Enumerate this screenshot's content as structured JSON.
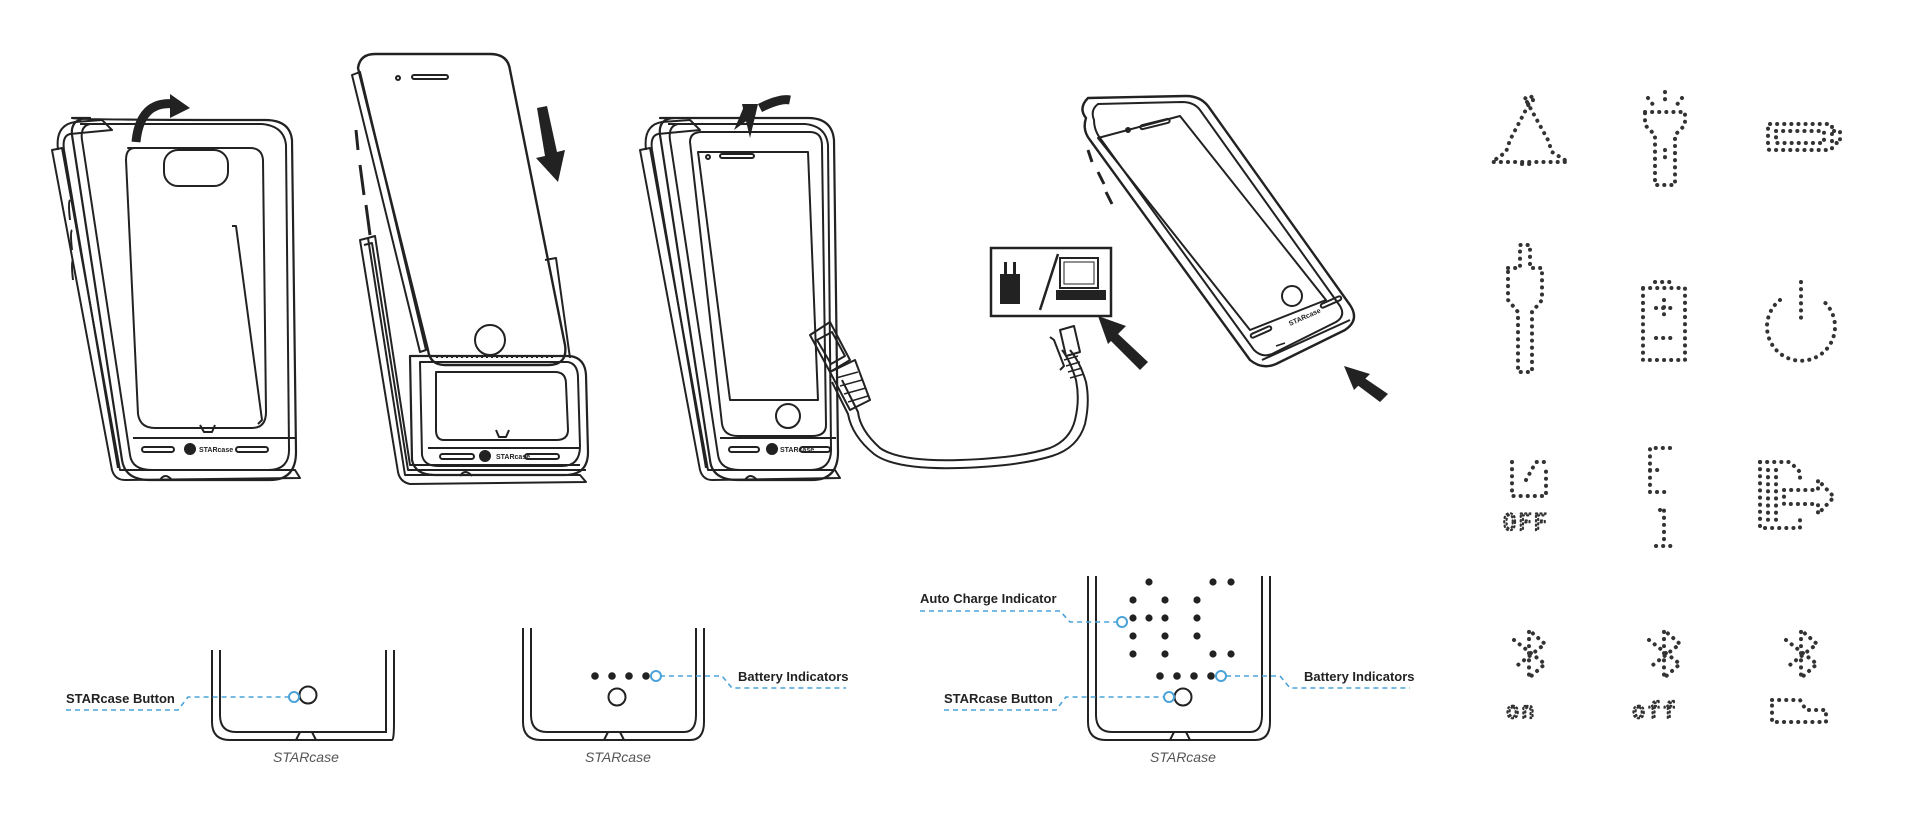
{
  "labels": {
    "starcase_button_1": "STARcase Button",
    "battery_indicators_1": "Battery Indicators",
    "auto_charge_indicator": "Auto Charge Indicator",
    "starcase_button_2": "STARcase Button",
    "battery_indicators_2": "Battery Indicators"
  },
  "captions": {
    "c1": "STARcase",
    "c2": "STARcase",
    "c3": "STARcase"
  },
  "brand": {
    "b1": "STARcase",
    "b2": "STARcase",
    "b3": "STARcase",
    "b4": "STARcase"
  },
  "icons": {
    "off": "OFF",
    "on": "on",
    "bt_off": "off",
    "e_label": "E"
  },
  "colors": {
    "line": "#222222",
    "leader": "#4aa3d8",
    "dots": "#333333"
  },
  "icon_names": [
    "bell-icon",
    "flashlight-icon",
    "battery-horizontal-icon",
    "wrench-icon",
    "battery-plus-icon",
    "power-icon",
    "switch-off-icon",
    "e1-icon",
    "exit-arrow-icon",
    "bluetooth-on-icon",
    "bluetooth-off-icon",
    "bluetooth-phone-icon"
  ]
}
